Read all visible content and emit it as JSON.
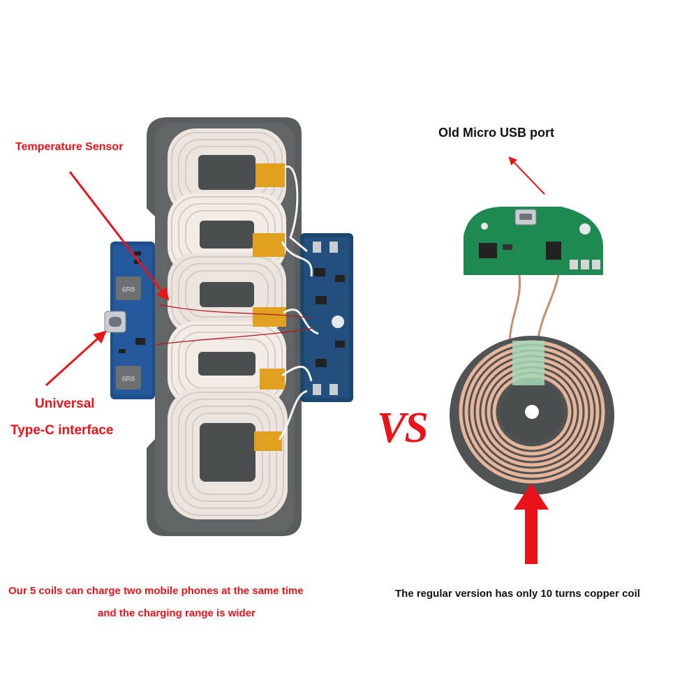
{
  "labels": {
    "temperature_sensor": "Temperature Sensor",
    "universal": "Universal",
    "type_c_interface": "Type-C interface",
    "old_micro_usb_port": "Old Micro USB port",
    "vs": "VS",
    "caption_left_line1": "Our 5 coils can charge two mobile phones at the same time",
    "caption_left_line2": "and the charging range is wider",
    "caption_right": "The regular version has only 10 turns copper coil"
  },
  "colors": {
    "annotation_red": "#e8141a",
    "pcb_blue": "#1f4f8a",
    "pcb_green": "#1e8a52",
    "ferrite_gray": "#5a5d5e",
    "coil_white": "#f2ebe6",
    "copper_coil": "#e8b59b",
    "kapton_tape": "#e0a020"
  },
  "inductor_marks": [
    "6R8",
    "6R8"
  ]
}
